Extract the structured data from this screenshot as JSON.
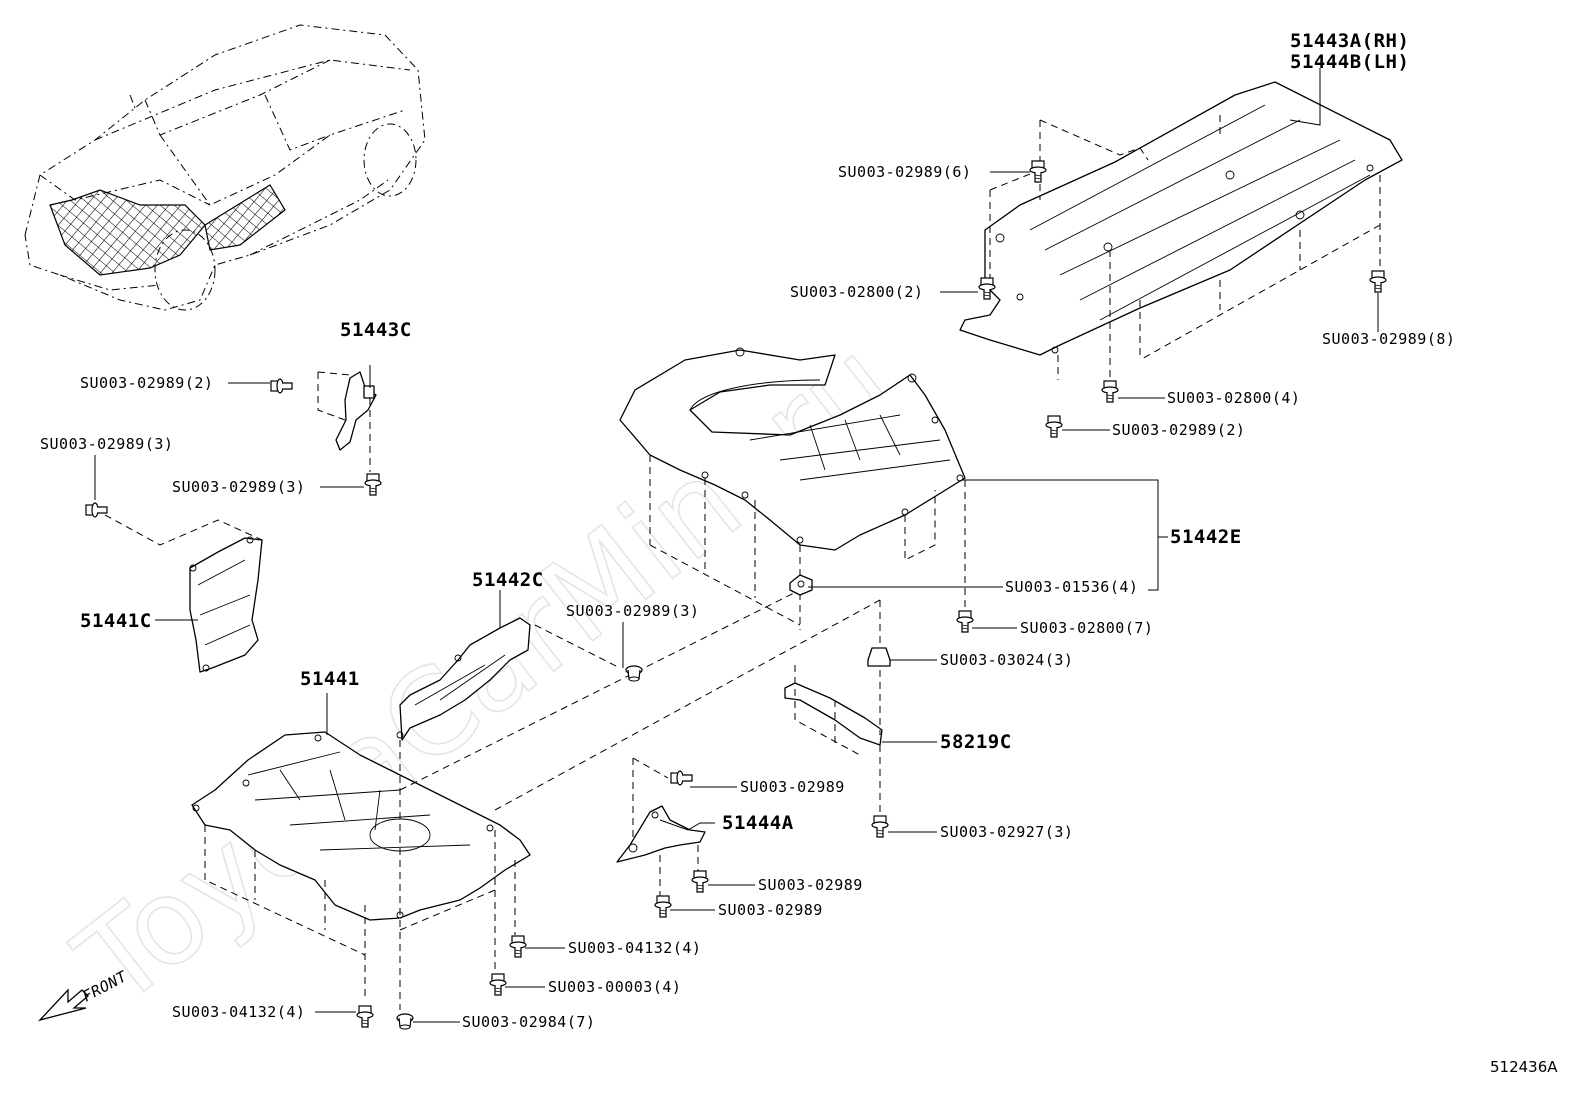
{
  "watermark": "ToyotaCarMini.ru",
  "figure_id": "512436A",
  "front_label": "FRONT",
  "labels": {
    "p51443A": "51443A(RH)",
    "p51444B": "51444B(LH)",
    "p51443C": "51443C",
    "p51441C": "51441C",
    "p51442C": "51442C",
    "p51441": "51441",
    "p51442E": "51442E",
    "p58219C": "58219C",
    "p51444A": "51444A",
    "f01": "SU003-02989(6)",
    "f02": "SU003-02800(2)",
    "f03": "SU003-02989(8)",
    "f04": "SU003-02800(4)",
    "f05": "SU003-02989(2)",
    "f06": "SU003-02989(2)",
    "f07": "SU003-02989(3)",
    "f08": "SU003-02989(3)",
    "f09": "SU003-01536(4)",
    "f10": "SU003-02800(7)",
    "f11": "SU003-02989(3)",
    "f12": "SU003-03024(3)",
    "f13": "SU003-02989",
    "f14": "SU003-02927(3)",
    "f15": "SU003-02989",
    "f16": "SU003-02989",
    "f17": "SU003-04132(4)",
    "f18": "SU003-00003(4)",
    "f19": "SU003-04132(4)",
    "f20": "SU003-02984(7)"
  }
}
